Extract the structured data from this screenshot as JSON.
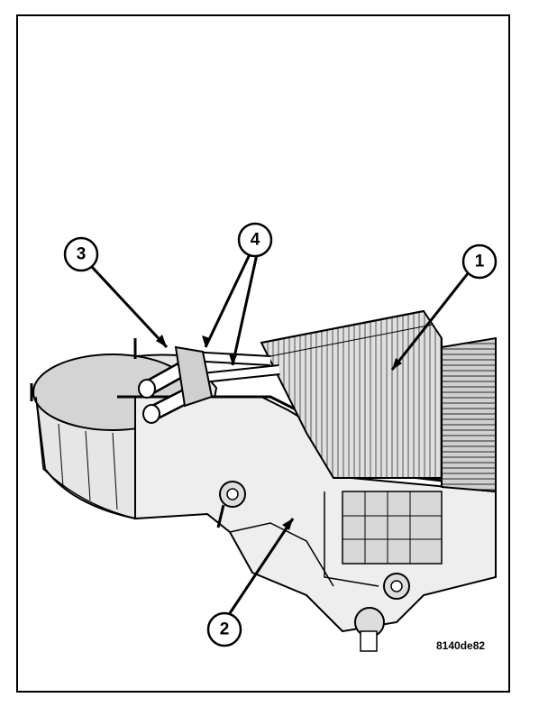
{
  "figure": {
    "id_label": "8140de82",
    "callouts": [
      {
        "number": "1",
        "part": "evaporator-core"
      },
      {
        "number": "2",
        "part": "hvac-housing-lower-half"
      },
      {
        "number": "3",
        "part": "tube-seal"
      },
      {
        "number": "4",
        "part": "evaporator-tubes"
      }
    ],
    "colors": {
      "line": "#000000",
      "background": "#ffffff",
      "shade": "#d6d6d6"
    }
  }
}
